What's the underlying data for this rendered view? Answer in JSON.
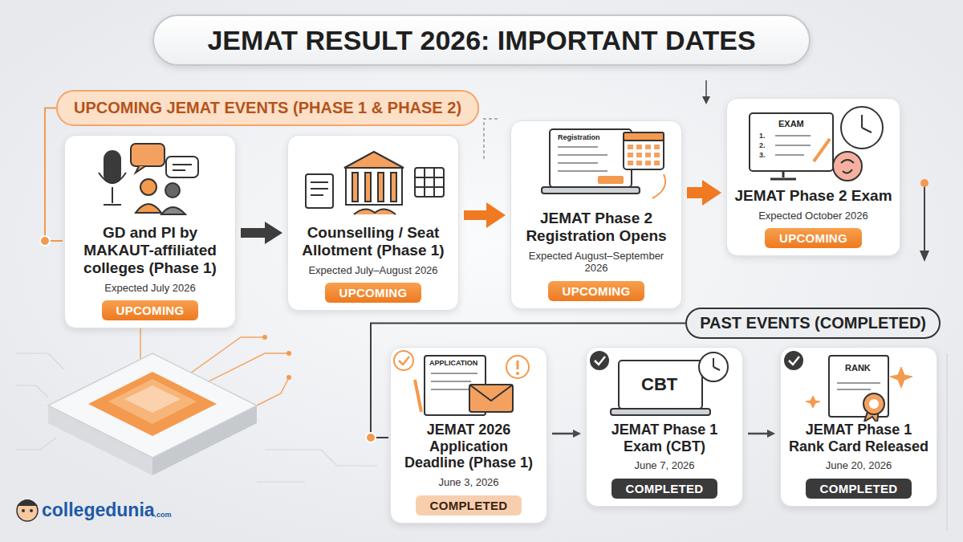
{
  "diagram": {
    "title": "JEMAT RESULT 2026: IMPORTANT DATES",
    "nodes": [
      {
        "text": [
          "UPCOMING JEMAT EVENTS (PHASE 1 & PHASE 2)"
        ]
      },
      {
        "text": [
          "GD and PI by MAKAUT-affiliated colleges (Phase 1)",
          "Expected July 2026"
        ]
      },
      {
        "text": [
          "UPCOMING"
        ],
        "in": 1
      },
      {
        "text": [
          "Counselling / Seat Allotment (Phase 1)",
          "Expected July–August 2026"
        ]
      },
      {
        "text": [
          "UPCOMING"
        ],
        "in": 3
      },
      {
        "text": [
          "JEMAT Phase 2 Registration Opens",
          "Expected August–September 2026"
        ]
      },
      {
        "text": [
          "UPCOMING"
        ],
        "in": 5
      },
      {
        "text": [
          "JEMAT Phase 2 Exam",
          "Expected October 2026"
        ]
      },
      {
        "text": [
          "UPCOMING"
        ],
        "in": 7
      },
      {
        "text": [
          "PAST EVENTS (COMPLETED)"
        ]
      },
      {
        "text": [
          "JEMAT 2026 Application Deadline (Phase 1)",
          "June 3, 2026"
        ]
      },
      {
        "text": [
          "COMPLETED"
        ],
        "in": 10
      },
      {
        "text": [
          "JEMAT Phase 1 Exam (CBT)",
          "June 7, 2026"
        ]
      },
      {
        "text": [
          "COMPLETED"
        ],
        "in": 12
      },
      {
        "text": [
          "JEMAT Phase 1 Rank Card Released",
          "June 20, 2026"
        ]
      },
      {
        "text": [
          "COMPLETED"
        ],
        "in": 14
      }
    ],
    "edges": [
      {
        "from": 0,
        "to": 1,
        "arrow": "none"
      },
      {
        "from": 1,
        "to": 3,
        "arrow": "to"
      },
      {
        "from": 3,
        "to": 5,
        "arrow": "to"
      },
      {
        "from": 5,
        "to": 7,
        "arrow": "to"
      },
      {
        "from": 9,
        "to": 10,
        "arrow": "none"
      },
      {
        "from": 10,
        "to": 12,
        "arrow": "to"
      },
      {
        "from": 12,
        "to": 14,
        "arrow": "to"
      }
    ],
    "labels": [
      "Registration",
      "EXAM",
      "1.",
      "2.",
      "3.",
      "APPLICATION",
      "CBT",
      "RANK",
      "collegedunia",
      ".com"
    ]
  }
}
